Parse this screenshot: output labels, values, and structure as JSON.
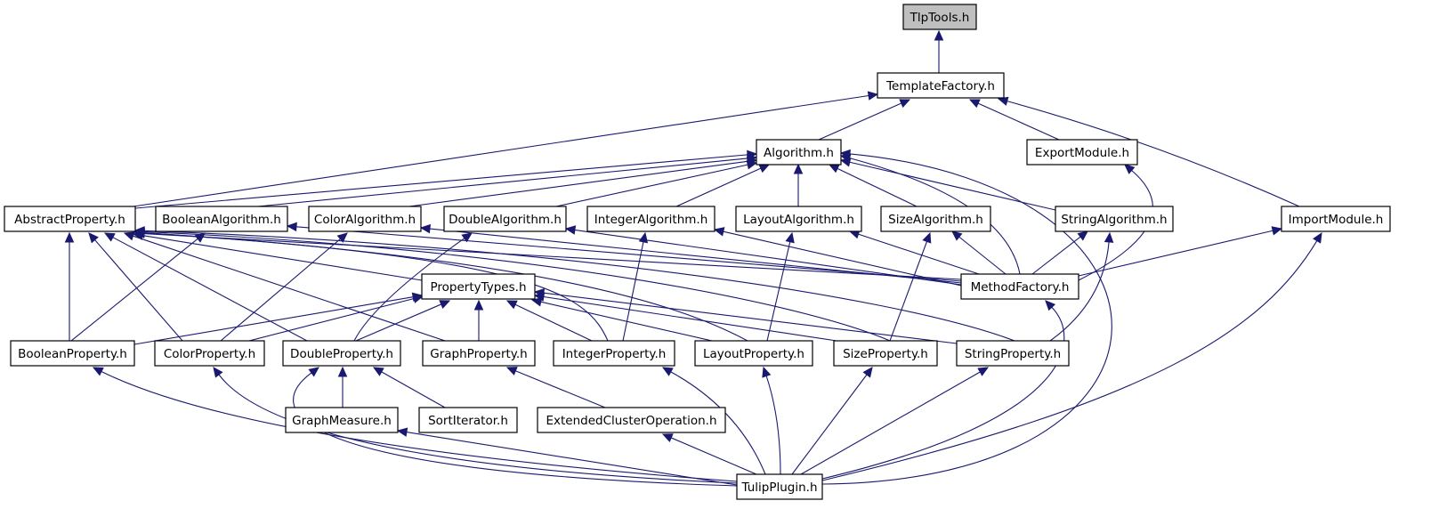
{
  "diagram": {
    "type": "include-dependency-graph",
    "colors": {
      "edge": "#191970",
      "root_fill": "#bfbfbf",
      "node_fill": "#ffffff",
      "border": "#000000"
    },
    "nodes": [
      {
        "id": "tlptools",
        "label": "TlpTools.h",
        "highlight": true
      },
      {
        "id": "templatefactory",
        "label": "TemplateFactory.h"
      },
      {
        "id": "algorithm",
        "label": "Algorithm.h"
      },
      {
        "id": "exportmodule",
        "label": "ExportModule.h"
      },
      {
        "id": "abstractproperty",
        "label": "AbstractProperty.h"
      },
      {
        "id": "booleanalgorithm",
        "label": "BooleanAlgorithm.h"
      },
      {
        "id": "coloralgorithm",
        "label": "ColorAlgorithm.h"
      },
      {
        "id": "doublealgorithm",
        "label": "DoubleAlgorithm.h"
      },
      {
        "id": "integeralgorithm",
        "label": "IntegerAlgorithm.h"
      },
      {
        "id": "layoutalgorithm",
        "label": "LayoutAlgorithm.h"
      },
      {
        "id": "sizealgorithm",
        "label": "SizeAlgorithm.h"
      },
      {
        "id": "stringalgorithm",
        "label": "StringAlgorithm.h"
      },
      {
        "id": "importmodule",
        "label": "ImportModule.h"
      },
      {
        "id": "propertytypes",
        "label": "PropertyTypes.h"
      },
      {
        "id": "methodfactory",
        "label": "MethodFactory.h"
      },
      {
        "id": "booleanproperty",
        "label": "BooleanProperty.h"
      },
      {
        "id": "colorproperty",
        "label": "ColorProperty.h"
      },
      {
        "id": "doubleproperty",
        "label": "DoubleProperty.h"
      },
      {
        "id": "graphproperty",
        "label": "GraphProperty.h"
      },
      {
        "id": "integerproperty",
        "label": "IntegerProperty.h"
      },
      {
        "id": "layoutproperty",
        "label": "LayoutProperty.h"
      },
      {
        "id": "sizeproperty",
        "label": "SizeProperty.h"
      },
      {
        "id": "stringproperty",
        "label": "StringProperty.h"
      },
      {
        "id": "graphmeasure",
        "label": "GraphMeasure.h"
      },
      {
        "id": "sortiterator",
        "label": "SortIterator.h"
      },
      {
        "id": "extendedclusteroperation",
        "label": "ExtendedClusterOperation.h"
      },
      {
        "id": "tulipplugin",
        "label": "TulipPlugin.h"
      }
    ]
  }
}
